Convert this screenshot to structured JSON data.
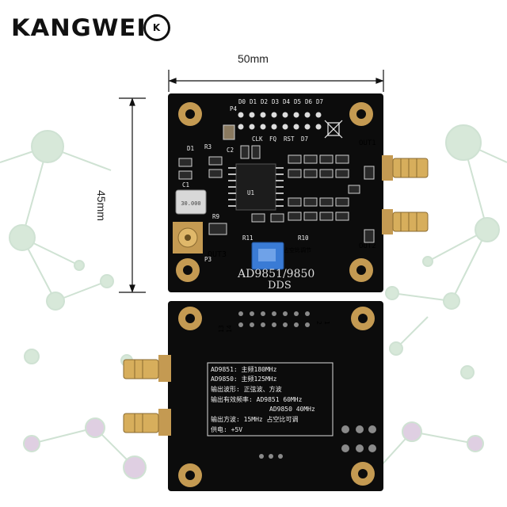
{
  "brand": {
    "name": "KANGWEI",
    "badge": "K"
  },
  "dimensions": {
    "width": "50mm",
    "height": "45mm"
  },
  "board_front": {
    "pin_header": [
      "D0",
      "D1",
      "D2",
      "D3",
      "D4",
      "D5",
      "D6",
      "D7"
    ],
    "pin_labels": [
      "P4",
      "FQ",
      "RST",
      "CLK",
      "D7"
    ],
    "outputs": [
      "OUT1",
      "OUT2",
      "OUT3"
    ],
    "crystal": "30.000",
    "model": "AD9851/9850",
    "subtitle": "DDS",
    "pot_label": "占空比调节",
    "refs": [
      "D1",
      "R3",
      "C1",
      "C2",
      "R9",
      "U1",
      "P3",
      "R11",
      "R10"
    ]
  },
  "board_back": {
    "header_numbers": [
      "13",
      "14",
      "2",
      "1"
    ],
    "spec_lines": [
      "AD9851: 主频180MHz",
      "AD9850: 主频125MHz",
      "输出波形: 正弦波、方波",
      "输出有效频率: AD9851  60MHz",
      "AD9850  40MHz",
      "输出方波: 15MHz 占空比可调",
      "供电: +5V"
    ]
  },
  "colors": {
    "pcb": "#0c0c0c",
    "gold": "#c49a52",
    "network": "#cde0cf",
    "pot": "#3a7bd5"
  }
}
